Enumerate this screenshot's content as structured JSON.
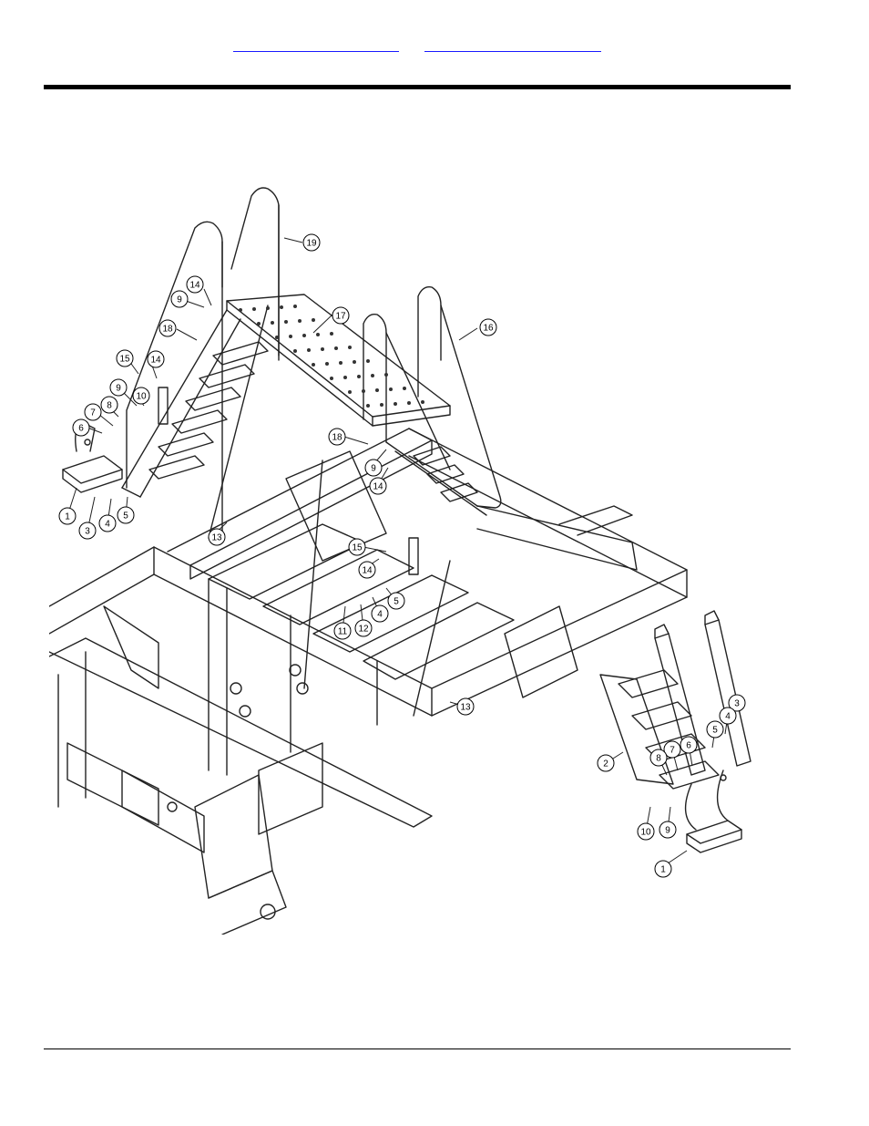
{
  "header": {
    "links": [
      {
        "label": ""
      },
      {
        "label": ""
      }
    ]
  },
  "callouts": [
    {
      "number": "19"
    },
    {
      "number": "14"
    },
    {
      "number": "9"
    },
    {
      "number": "17"
    },
    {
      "number": "18"
    },
    {
      "number": "16"
    },
    {
      "number": "15"
    },
    {
      "number": "14"
    },
    {
      "number": "9"
    },
    {
      "number": "10"
    },
    {
      "number": "7"
    },
    {
      "number": "8"
    },
    {
      "number": "6"
    },
    {
      "number": "1"
    },
    {
      "number": "3"
    },
    {
      "number": "4"
    },
    {
      "number": "5"
    },
    {
      "number": "18"
    },
    {
      "number": "9"
    },
    {
      "number": "14"
    },
    {
      "number": "13"
    },
    {
      "number": "15"
    },
    {
      "number": "14"
    },
    {
      "number": "5"
    },
    {
      "number": "4"
    },
    {
      "number": "12"
    },
    {
      "number": "11"
    },
    {
      "number": "13"
    },
    {
      "number": "3"
    },
    {
      "number": "4"
    },
    {
      "number": "5"
    },
    {
      "number": "2"
    },
    {
      "number": "7"
    },
    {
      "number": "6"
    },
    {
      "number": "8"
    },
    {
      "number": "10"
    },
    {
      "number": "9"
    },
    {
      "number": "1"
    }
  ]
}
